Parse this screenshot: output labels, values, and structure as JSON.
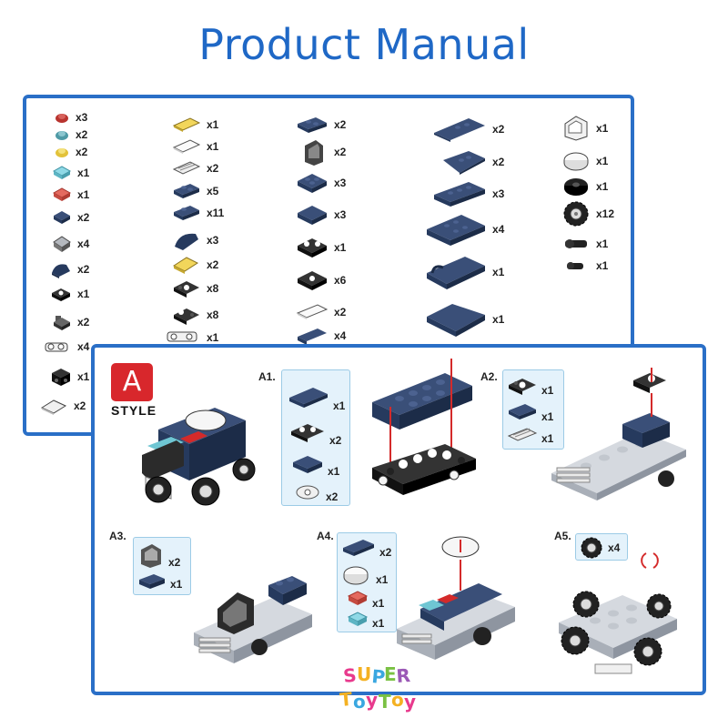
{
  "page_title": "Product Manual",
  "colors": {
    "frame": "#2a6fc7",
    "title": "#1f68c6",
    "navy": "#263a5e",
    "badge": "#d8272c",
    "callout_bg": "#e4f2fb"
  },
  "parts_list": {
    "col1": [
      "x3",
      "x2",
      "x2",
      "x1",
      "x1",
      "x2",
      "x4",
      "x2",
      "x1",
      "x2",
      "x4",
      "x1",
      "x2"
    ],
    "col2": [
      "x1",
      "x1",
      "x2",
      "x5",
      "x11",
      "x3",
      "x2",
      "x8",
      "x8",
      "x1"
    ],
    "col3": [
      "x2",
      "x2",
      "x3",
      "x3",
      "x1",
      "x6",
      "x2",
      "x4"
    ],
    "col4": [
      "x2",
      "x2",
      "x3",
      "x4",
      "x1",
      "x1"
    ],
    "col5": [
      "x1",
      "x1",
      "x1",
      "x12",
      "x1",
      "x1"
    ]
  },
  "model": {
    "badge": "A",
    "style": "STYLE"
  },
  "steps": {
    "a1": {
      "label": "A1.",
      "qty": [
        "x1",
        "x2",
        "x1",
        "x2"
      ]
    },
    "a2": {
      "label": "A2.",
      "qty": [
        "x1",
        "x1",
        "x1"
      ]
    },
    "a3": {
      "label": "A3.",
      "qty": [
        "x2",
        "x1"
      ]
    },
    "a4": {
      "label": "A4.",
      "qty": [
        "x2",
        "x1",
        "x1",
        "x1"
      ]
    },
    "a5": {
      "label": "A5.",
      "qty": [
        "x4"
      ]
    }
  },
  "brand": {
    "line1": "SUPER",
    "line2": "ToyToy"
  }
}
